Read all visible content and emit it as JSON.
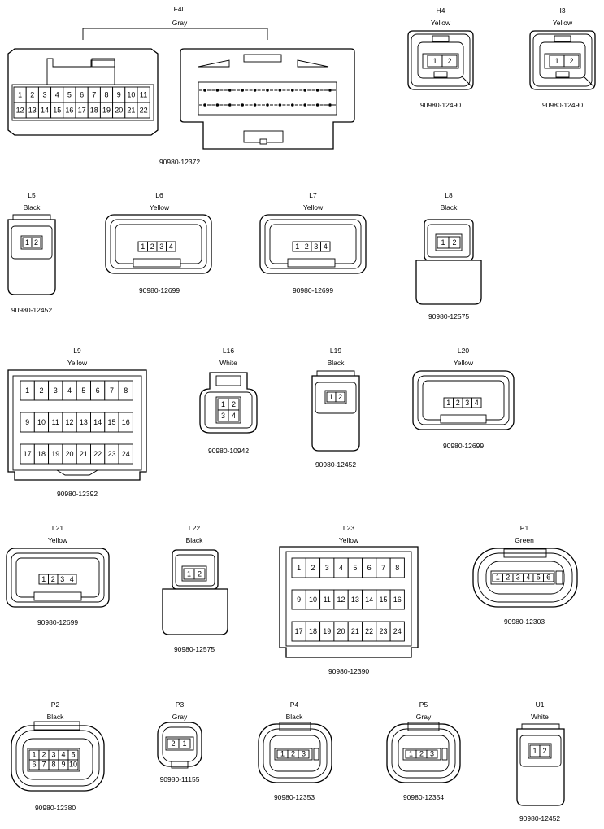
{
  "connectors": [
    {
      "id": "F40",
      "color": "Gray",
      "part": "90980-12372",
      "pins": [
        "1",
        "2",
        "3",
        "4",
        "5",
        "6",
        "7",
        "8",
        "9",
        "10",
        "11",
        "12",
        "13",
        "14",
        "15",
        "16",
        "17",
        "18",
        "19",
        "20",
        "21",
        "22"
      ]
    },
    {
      "id": "H4",
      "color": "Yellow",
      "part": "90980-12490",
      "pins": [
        "1",
        "2"
      ]
    },
    {
      "id": "I3",
      "color": "Yellow",
      "part": "90980-12490",
      "pins": [
        "1",
        "2"
      ]
    },
    {
      "id": "L5",
      "color": "Black",
      "part": "90980-12452",
      "pins": [
        "1",
        "2"
      ]
    },
    {
      "id": "L6",
      "color": "Yellow",
      "part": "90980-12699",
      "pins": [
        "1",
        "2",
        "3",
        "4"
      ]
    },
    {
      "id": "L7",
      "color": "Yellow",
      "part": "90980-12699",
      "pins": [
        "1",
        "2",
        "3",
        "4"
      ]
    },
    {
      "id": "L8",
      "color": "Black",
      "part": "90980-12575",
      "pins": [
        "1",
        "2"
      ]
    },
    {
      "id": "L9",
      "color": "Yellow",
      "part": "90980-12392",
      "pins": [
        "1",
        "2",
        "3",
        "4",
        "5",
        "6",
        "7",
        "8",
        "9",
        "10",
        "11",
        "12",
        "13",
        "14",
        "15",
        "16",
        "17",
        "18",
        "19",
        "20",
        "21",
        "22",
        "23",
        "24"
      ]
    },
    {
      "id": "L16",
      "color": "White",
      "part": "90980-10942",
      "pins": [
        "1",
        "2",
        "3",
        "4"
      ]
    },
    {
      "id": "L19",
      "color": "Black",
      "part": "90980-12452",
      "pins": [
        "1",
        "2"
      ]
    },
    {
      "id": "L20",
      "color": "Yellow",
      "part": "90980-12699",
      "pins": [
        "1",
        "2",
        "3",
        "4"
      ]
    },
    {
      "id": "L21",
      "color": "Yellow",
      "part": "90980-12699",
      "pins": [
        "1",
        "2",
        "3",
        "4"
      ]
    },
    {
      "id": "L22",
      "color": "Black",
      "part": "90980-12575",
      "pins": [
        "1",
        "2"
      ]
    },
    {
      "id": "L23",
      "color": "Yellow",
      "part": "90980-12390",
      "pins": [
        "1",
        "2",
        "3",
        "4",
        "5",
        "6",
        "7",
        "8",
        "9",
        "10",
        "11",
        "12",
        "13",
        "14",
        "15",
        "16",
        "17",
        "18",
        "19",
        "20",
        "21",
        "22",
        "23",
        "24"
      ]
    },
    {
      "id": "P1",
      "color": "Green",
      "part": "90980-12303",
      "pins": [
        "1",
        "2",
        "3",
        "4",
        "5",
        "6"
      ]
    },
    {
      "id": "P2",
      "color": "Black",
      "part": "90980-12380",
      "pins": [
        "1",
        "2",
        "3",
        "4",
        "5",
        "6",
        "7",
        "8",
        "9",
        "10"
      ]
    },
    {
      "id": "P3",
      "color": "Gray",
      "part": "90980-11155",
      "pins": [
        "2",
        "1"
      ]
    },
    {
      "id": "P4",
      "color": "Black",
      "part": "90980-12353",
      "pins": [
        "1",
        "2",
        "3"
      ]
    },
    {
      "id": "P5",
      "color": "Gray",
      "part": "90980-12354",
      "pins": [
        "1",
        "2",
        "3"
      ]
    },
    {
      "id": "U1",
      "color": "White",
      "part": "90980-12452",
      "pins": [
        "1",
        "2"
      ]
    }
  ]
}
